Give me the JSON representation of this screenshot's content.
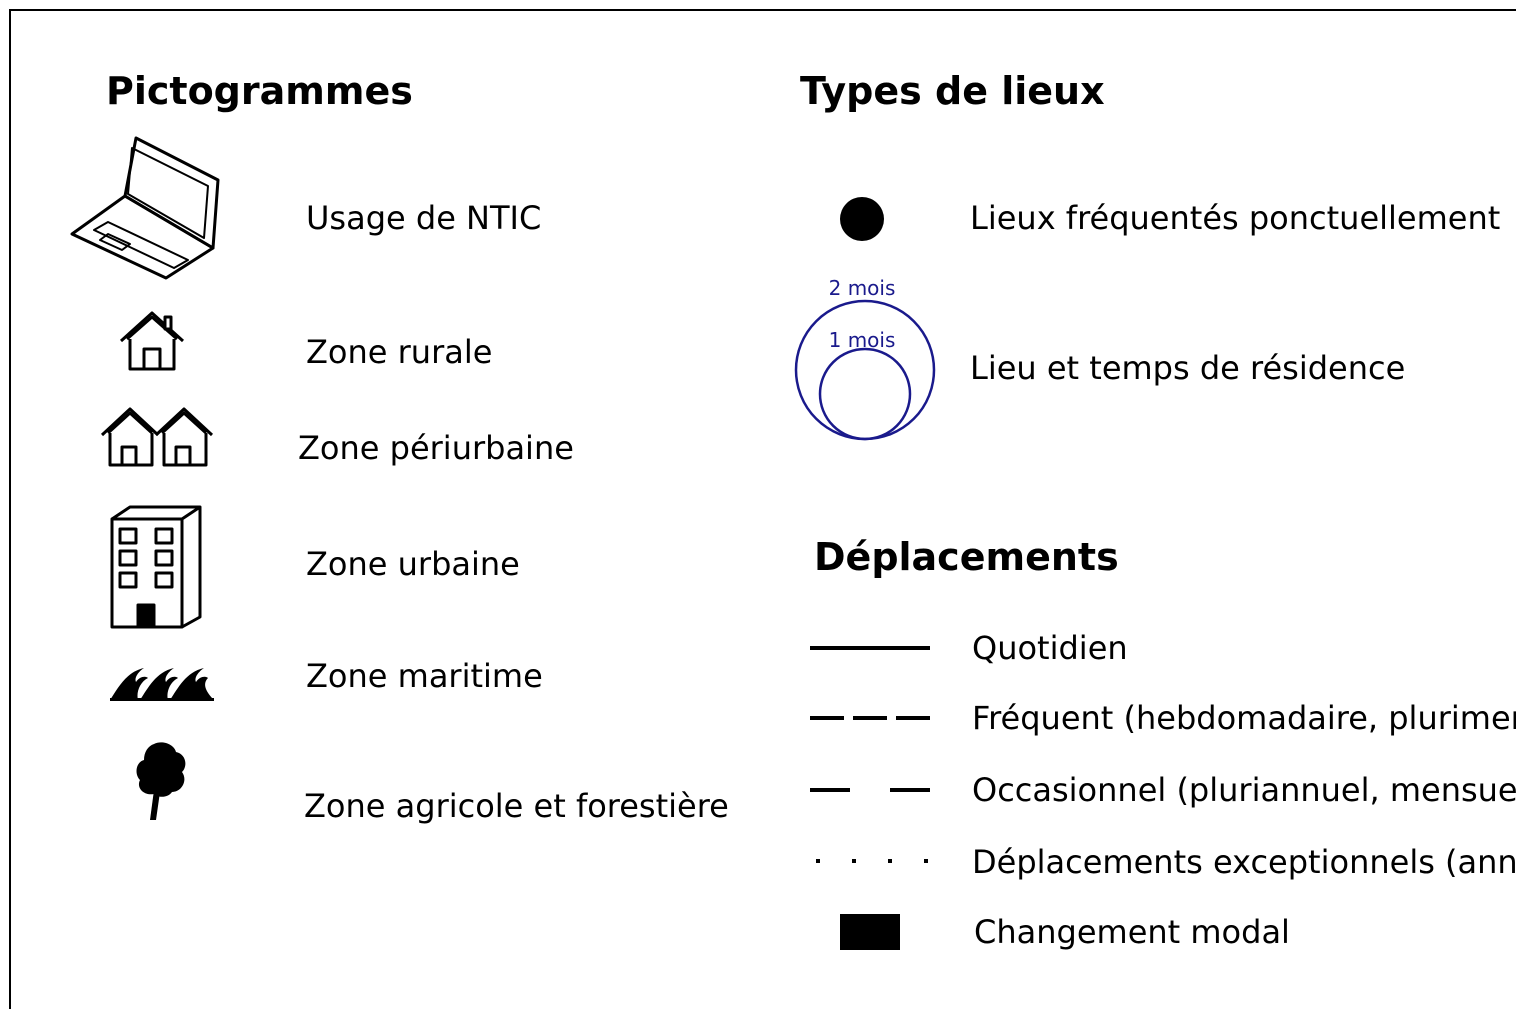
{
  "pictogrammes": {
    "title": "Pictogrammes",
    "items": [
      {
        "icon": "laptop-icon",
        "label": "Usage de NTIC"
      },
      {
        "icon": "house-icon",
        "label": "Zone rurale"
      },
      {
        "icon": "two-houses-icon",
        "label": "Zone périurbaine"
      },
      {
        "icon": "building-icon",
        "label": "Zone urbaine"
      },
      {
        "icon": "waves-icon",
        "label": "Zone maritime"
      },
      {
        "icon": "tree-icon",
        "label": "Zone agricole et forestière"
      }
    ]
  },
  "types_de_lieux": {
    "title": "Types de lieux",
    "items": [
      {
        "icon": "filled-dot-icon",
        "label": "Lieux fréquentés ponctuellement"
      },
      {
        "icon": "nested-circles-icon",
        "label": "Lieu et temps de résidence"
      }
    ],
    "circle_outer_label": "2 mois",
    "circle_inner_label": "1 mois",
    "circle_color": "#1a1a8c"
  },
  "deplacements": {
    "title": "Déplacements",
    "items": [
      {
        "icon": "solid-line-icon",
        "label": "Quotidien"
      },
      {
        "icon": "long-dash-line-icon",
        "label": "Fréquent (hebdomadaire, plurimer"
      },
      {
        "icon": "spaced-dash-line-icon",
        "label": "Occasionnel (pluriannuel, mensuel)"
      },
      {
        "icon": "dotted-line-icon",
        "label": "Déplacements exceptionnels (annu"
      },
      {
        "icon": "black-rectangle-icon",
        "label": "Changement modal"
      }
    ]
  }
}
